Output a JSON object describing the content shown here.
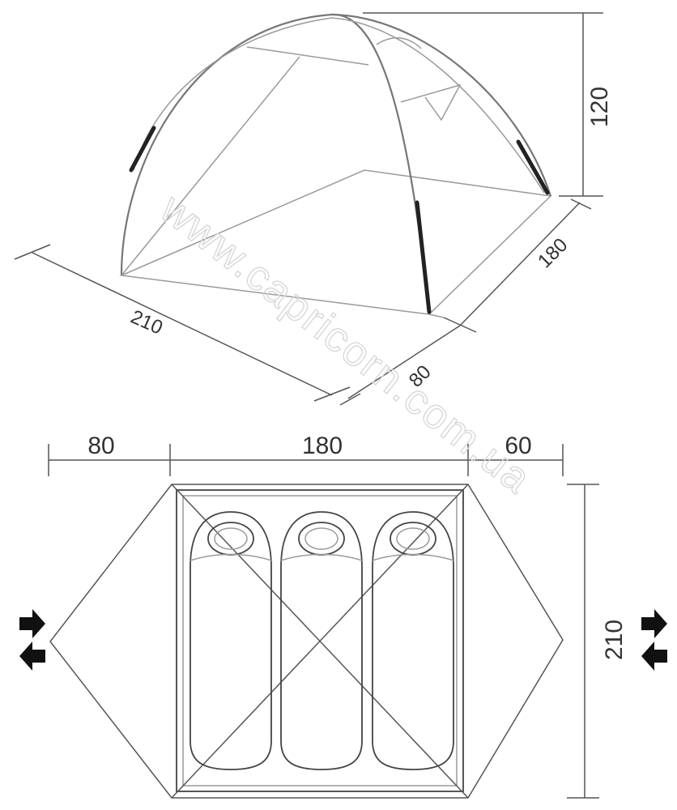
{
  "top_view": {
    "height": "120",
    "length": "210",
    "width": "180",
    "vestibule": "80"
  },
  "plan_view": {
    "vestibule_front": "80",
    "inner_width": "180",
    "vestibule_back": "60",
    "length": "210"
  },
  "watermark": "www.capricorn.com.ua",
  "colors": {
    "line": "#555555",
    "pole_sleeve": "#222222",
    "text": "#333333",
    "watermark": "#d8d8d8"
  },
  "icons": {
    "entrance_left": [
      "arrow-right-icon",
      "arrow-left-icon"
    ],
    "entrance_right": [
      "arrow-right-icon",
      "arrow-left-icon"
    ]
  }
}
